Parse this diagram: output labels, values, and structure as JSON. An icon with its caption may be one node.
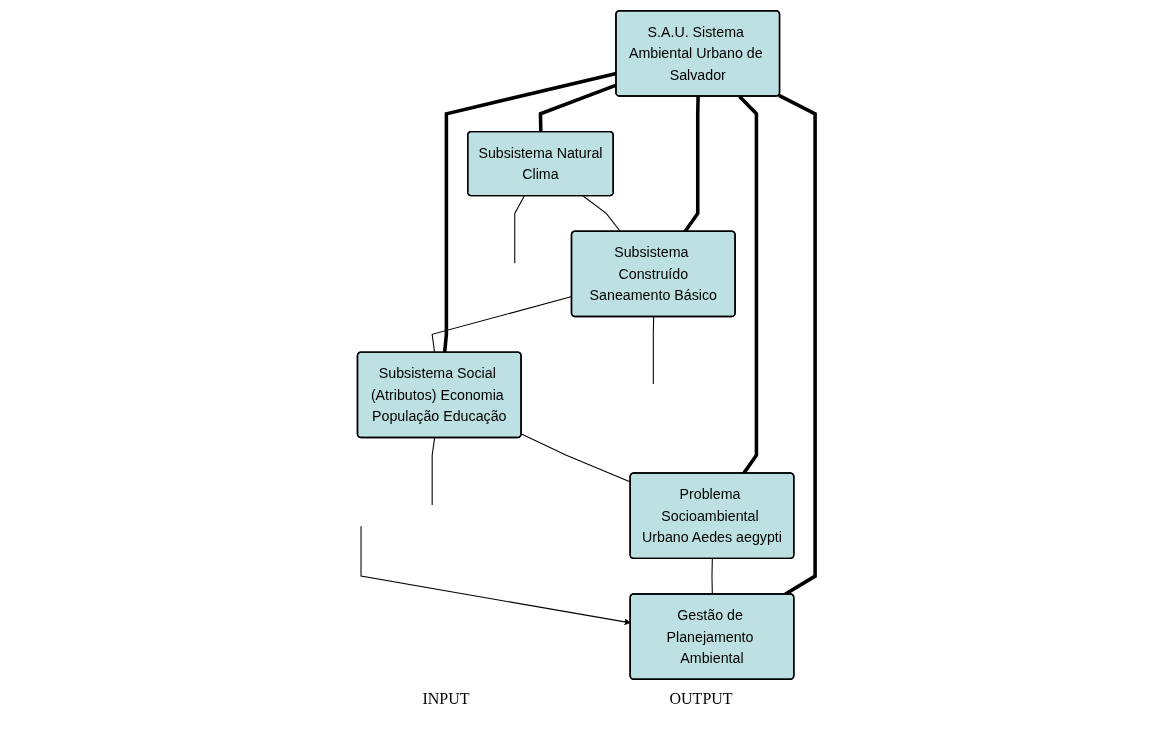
{
  "diagram": {
    "nodes": [
      {
        "text": [
          "S.A.U. Sistema Ambiental Urbano de Salvador"
        ]
      },
      {
        "text": [
          "Subsistema Natural",
          "Clima"
        ]
      },
      {
        "text": [
          "Subsistema Construído",
          "Saneamento Básico"
        ]
      },
      {
        "text": [
          "Subsistema Social (Atributos) Economia População Educação"
        ]
      },
      {
        "text": [
          "Problema Socioambiental Urbano Aedes aegypti"
        ]
      },
      {
        "text": [
          "Gestão de Planejamento Ambiental"
        ]
      }
    ],
    "edges": [
      {
        "from": 0,
        "to": 1,
        "arrow": "none",
        "style": "thick"
      },
      {
        "from": 0,
        "to": 2,
        "arrow": "none",
        "style": "thick"
      },
      {
        "from": 0,
        "to": 3,
        "arrow": "none",
        "style": "thick"
      },
      {
        "from": 0,
        "to": 4,
        "arrow": "none",
        "style": "thick"
      },
      {
        "from": 0,
        "to": 5,
        "arrow": "none",
        "style": "thick"
      },
      {
        "from": 1,
        "to": 2,
        "arrow": "none"
      },
      {
        "from": 2,
        "to": 3,
        "arrow": "none"
      },
      {
        "from": 3,
        "to": 4,
        "arrow": "none"
      },
      {
        "from": 4,
        "to": 5,
        "arrow": "none"
      },
      {
        "from": 1,
        "to": null,
        "arrow": "none"
      },
      {
        "from": 2,
        "to": null,
        "arrow": "none"
      },
      {
        "from": 3,
        "to": null,
        "arrow": "none"
      },
      {
        "from": null,
        "to": 5,
        "arrow": "to"
      }
    ],
    "labels": [
      "INPUT",
      "OUTPUT"
    ]
  }
}
